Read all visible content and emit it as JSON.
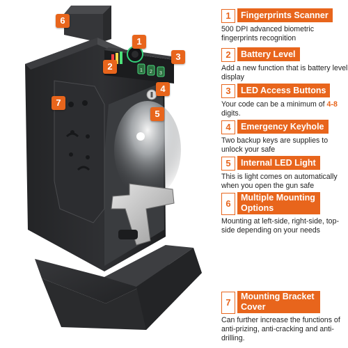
{
  "colors": {
    "accent": "#e8651c",
    "safe_body": "#2b2c2e",
    "safe_edge": "#4a4b4e",
    "text": "#222222"
  },
  "image_markers": [
    "1",
    "2",
    "3",
    "4",
    "5",
    "6",
    "7"
  ],
  "features": [
    {
      "number": "1",
      "title": "Fingerprints Scanner",
      "description": "500 DPI advanced biometric fingerprints recognition"
    },
    {
      "number": "2",
      "title": "Battery Level",
      "description": "Add a new function that is battery level display"
    },
    {
      "number": "3",
      "title": "LED Access Buttons",
      "description_before": "Your code can be a minimum of",
      "description_highlight": "4-8",
      "description_after": "digits."
    },
    {
      "number": "4",
      "title": "Emergency Keyhole",
      "description": "Two backup keys are supplies to unlock your safe"
    },
    {
      "number": "5",
      "title": "Internal LED Light",
      "description": "This is light comes on automatically when you open the gun safe"
    },
    {
      "number": "6",
      "title": "Multiple Mounting Options",
      "description": "Mounting at left-side, right-side, top-side depending on your needs"
    },
    {
      "number": "7",
      "title": "Mounting Bracket Cover",
      "description": "Can further increase the functions of anti-prizing, anti-cracking and anti-drilling."
    }
  ],
  "keypad_digits": [
    "1",
    "2",
    "3"
  ]
}
